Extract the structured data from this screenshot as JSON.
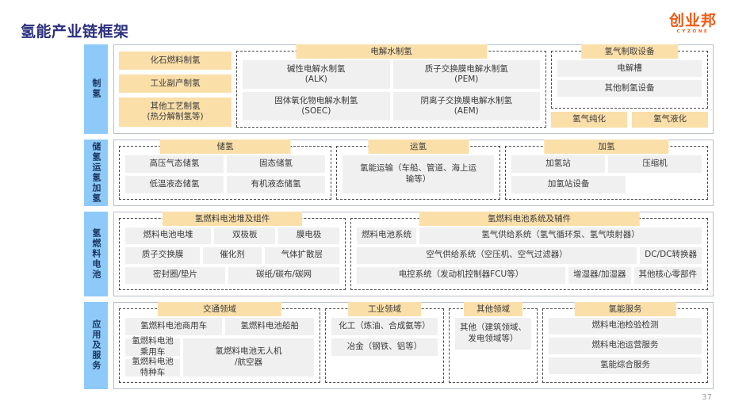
{
  "header": {
    "title": "氢能产业链框架",
    "brand_cn": "创业邦",
    "brand_en": "CYZONE",
    "brand_color": "#f05a14",
    "title_color": "#2b2f7e"
  },
  "footer": {
    "page_number": "37"
  },
  "palette": {
    "stage_blue": "#8ecaf9",
    "chip_orange": "#fbdfa9",
    "cell_gray": "#f0f0f0",
    "panel_border": "#b9bfc9",
    "dash_border": "#4b4b4b"
  },
  "rows": [
    {
      "stage": "制氢",
      "chips": [
        "化石燃料制氢",
        "工业副产制氢",
        "其他工艺制氢\n(热分解制氢等)"
      ],
      "chip_0": "化石燃料制氢",
      "chip_1": "工业副产制氢",
      "chip_2a": "其他工艺制氢",
      "chip_2b": "(热分解制氢等)",
      "groups": [
        {
          "title": "电解水制氢",
          "cells": [
            [
              "碱性电解水制氢\n(ALK)",
              "质子交换膜电解水制氢\n(PEM)"
            ],
            [
              "固体氧化物电解水制氢\n(SOEC)",
              "阴离子交换膜电解水制氢\n(AEM)"
            ]
          ],
          "c00a": "碱性电解水制氢",
          "c00b": "(ALK)",
          "c01a": "质子交换膜电解水制氢",
          "c01b": "(PEM)",
          "c10a": "固体氧化物电解水制氢",
          "c10b": "(SOEC)",
          "c11a": "阴离子交换膜电解水制氢",
          "c11b": "(AEM)"
        },
        {
          "title": "氢气制取设备",
          "c0": "电解槽",
          "c1": "其他制氢设备",
          "chips": [
            "氢气纯化",
            "氢气液化"
          ],
          "chip_0": "氢气纯化",
          "chip_1": "氢气液化"
        }
      ]
    },
    {
      "stage": "储氢运氢加氢",
      "groups": [
        {
          "title": "储氢",
          "c00": "高压气态储氢",
          "c01": "固态储氢",
          "c10": "低温液态储氢",
          "c11": "有机液态储氢"
        },
        {
          "title": "运氢",
          "c0a": "氢能运输（车船、管道、海上运",
          "c0b": "输等）"
        },
        {
          "title": "加氢",
          "c00": "加氢站",
          "c01": "压缩机",
          "c10": "加氢站设备"
        }
      ]
    },
    {
      "stage": "氢燃料电池",
      "groups": [
        {
          "title": "氢燃料电池堆及组件",
          "c00": "燃料电池电堆",
          "c01": "双极板",
          "c02": "膜电极",
          "c10": "质子交换膜",
          "c11": "催化剂",
          "c12": "气体扩散层",
          "c20": "密封圈/垫片",
          "c21": "碳纸/碳布/碳网"
        },
        {
          "title": "氢燃料电池系统及辅件",
          "c00": "燃料电池系统",
          "c01": "氢气供给系统（氢气循环泵、氢气喷射器）",
          "c10": "空气供给系统（空压机、空气过滤器）",
          "c11": "DC/DC转换器",
          "c20": "电控系统（发动机控制器FCU等）",
          "c21": "增湿器/加湿器",
          "c22": "其他核心零部件"
        }
      ]
    },
    {
      "stage": "应用及服务",
      "groups": [
        {
          "title": "交通领域",
          "c00": "氢燃料电池商用车",
          "c01": "氢燃料电池船舶",
          "c10": "氢燃料电池乘用车",
          "c11a": "氢燃料电池无人机",
          "c11b": "/航空器",
          "c20": "氢燃料电池特种车"
        },
        {
          "title": "工业领域",
          "c0": "化工（炼油、合成氨等）",
          "c1": "冶金（钢铁、铝等）"
        },
        {
          "title": "其他领域",
          "c0a": "其他（建筑领域、",
          "c0b": "发电领域等）"
        },
        {
          "title": "氢能服务",
          "c0": "燃料电池检验检测",
          "c1": "燃料电池运营服务",
          "c2": "氢能综合服务"
        }
      ]
    }
  ]
}
